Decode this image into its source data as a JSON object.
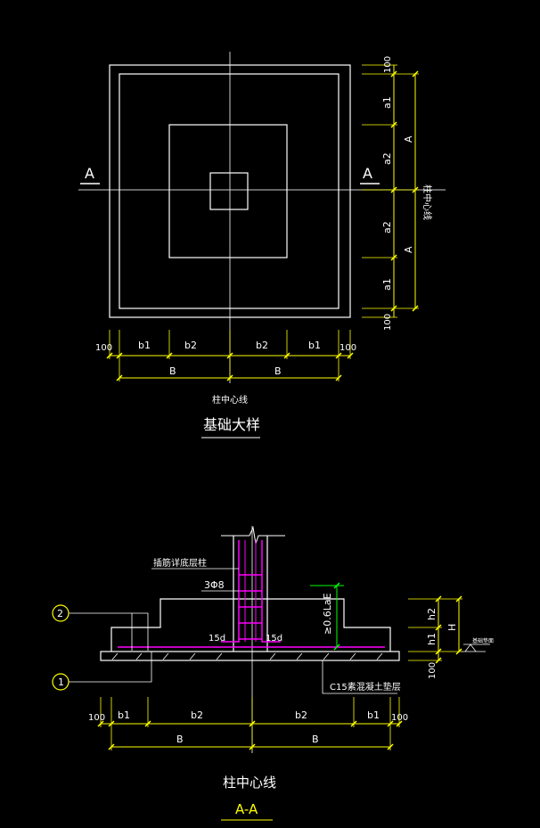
{
  "plan": {
    "section_mark": "A",
    "dim_top": "100",
    "dim_a1": "a1",
    "dim_a2": "a2",
    "dim_A": "A",
    "dim_bottom": "100",
    "center_line_label": "柱中心线",
    "bottom_dims": {
      "left_100": "100",
      "b1": "b1",
      "b2": "b2",
      "right_100": "100",
      "B": "B"
    },
    "title_small": "柱中心线",
    "title": "基础大样"
  },
  "section": {
    "column_label": "插筋详底层柱",
    "stirrup_label": "3Φ8",
    "hook_label": "15d",
    "anchor_label": "≥0.6LaE",
    "callout_2": "2",
    "callout_1": "1",
    "dim_h2": "h2",
    "dim_h1": "h1",
    "dim_H": "H",
    "dim_100": "100",
    "grade_label": "基础垫面",
    "cushion_label": "C15素混凝土垫层",
    "bottom_dims": {
      "left_100": "100",
      "b1": "b1",
      "b2": "b2",
      "right_100": "100",
      "B": "B"
    },
    "title": "柱中心线",
    "subtitle": "A-A"
  },
  "colors": {
    "line": "#ffffff",
    "dim": "#ffff00",
    "rebar": "#ff00ff",
    "anchor": "#00ff00",
    "background": "#000000"
  }
}
